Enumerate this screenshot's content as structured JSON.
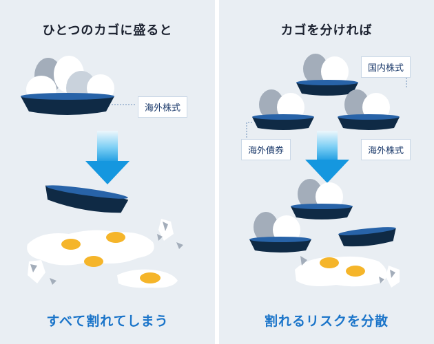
{
  "left_panel": {
    "title": "ひとつのカゴに盛ると",
    "label": "海外株式",
    "footer": "すべて割れてしまう"
  },
  "right_panel": {
    "title": "カゴを分ければ",
    "labels": {
      "domestic_stock": "国内株式",
      "foreign_bond": "海外債券",
      "foreign_stock": "海外株式"
    },
    "footer": "割れるリスクを分散"
  },
  "colors": {
    "panel_bg": "#e9eef3",
    "basket_dark": "#0f2a45",
    "basket_rim": "#2863a8",
    "arrow_top": "#e8f4fb",
    "arrow_bottom": "#1a9ae0",
    "footer_text": "#1a74c9",
    "yolk": "#f5b52a"
  }
}
